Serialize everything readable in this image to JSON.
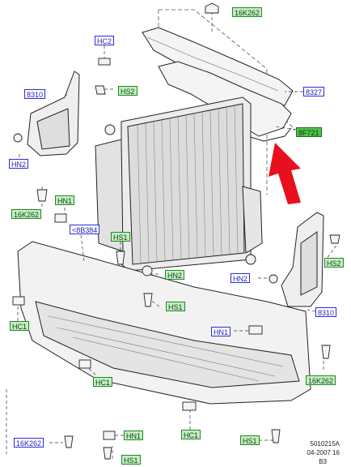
{
  "labels": {
    "k16262_top": "16K262",
    "hc2": "HC2",
    "p8310_left": "8310",
    "hs2_left": "HS2",
    "p8327": "8327",
    "p8f721": "8F721",
    "hn2_left": "HN2",
    "k16262_left": "16K262",
    "hn1_left": "HN1",
    "p8b384": "<8B384",
    "hs1_mid": "HS1",
    "hn2_mid": "HN2",
    "hs1_mid2": "HS1",
    "hs2_right": "HS2",
    "hn2_right": "HN2",
    "p8310_right": "8310",
    "hc1_left": "HC1",
    "hn1_right": "HN1",
    "hc1_mid": "HC1",
    "k16262_right": "16K262",
    "k16262_bottom": "16K262",
    "hn1_bottom": "HN1",
    "hc1_bottom": "HC1",
    "hs1_bottom_right": "HS1",
    "hs1_bottom": "HS1"
  },
  "footer": {
    "code": "5010215A",
    "date": "04-2007 16",
    "page": "B3"
  },
  "colors": {
    "arrow": "#e8101e",
    "line": "#333333"
  }
}
